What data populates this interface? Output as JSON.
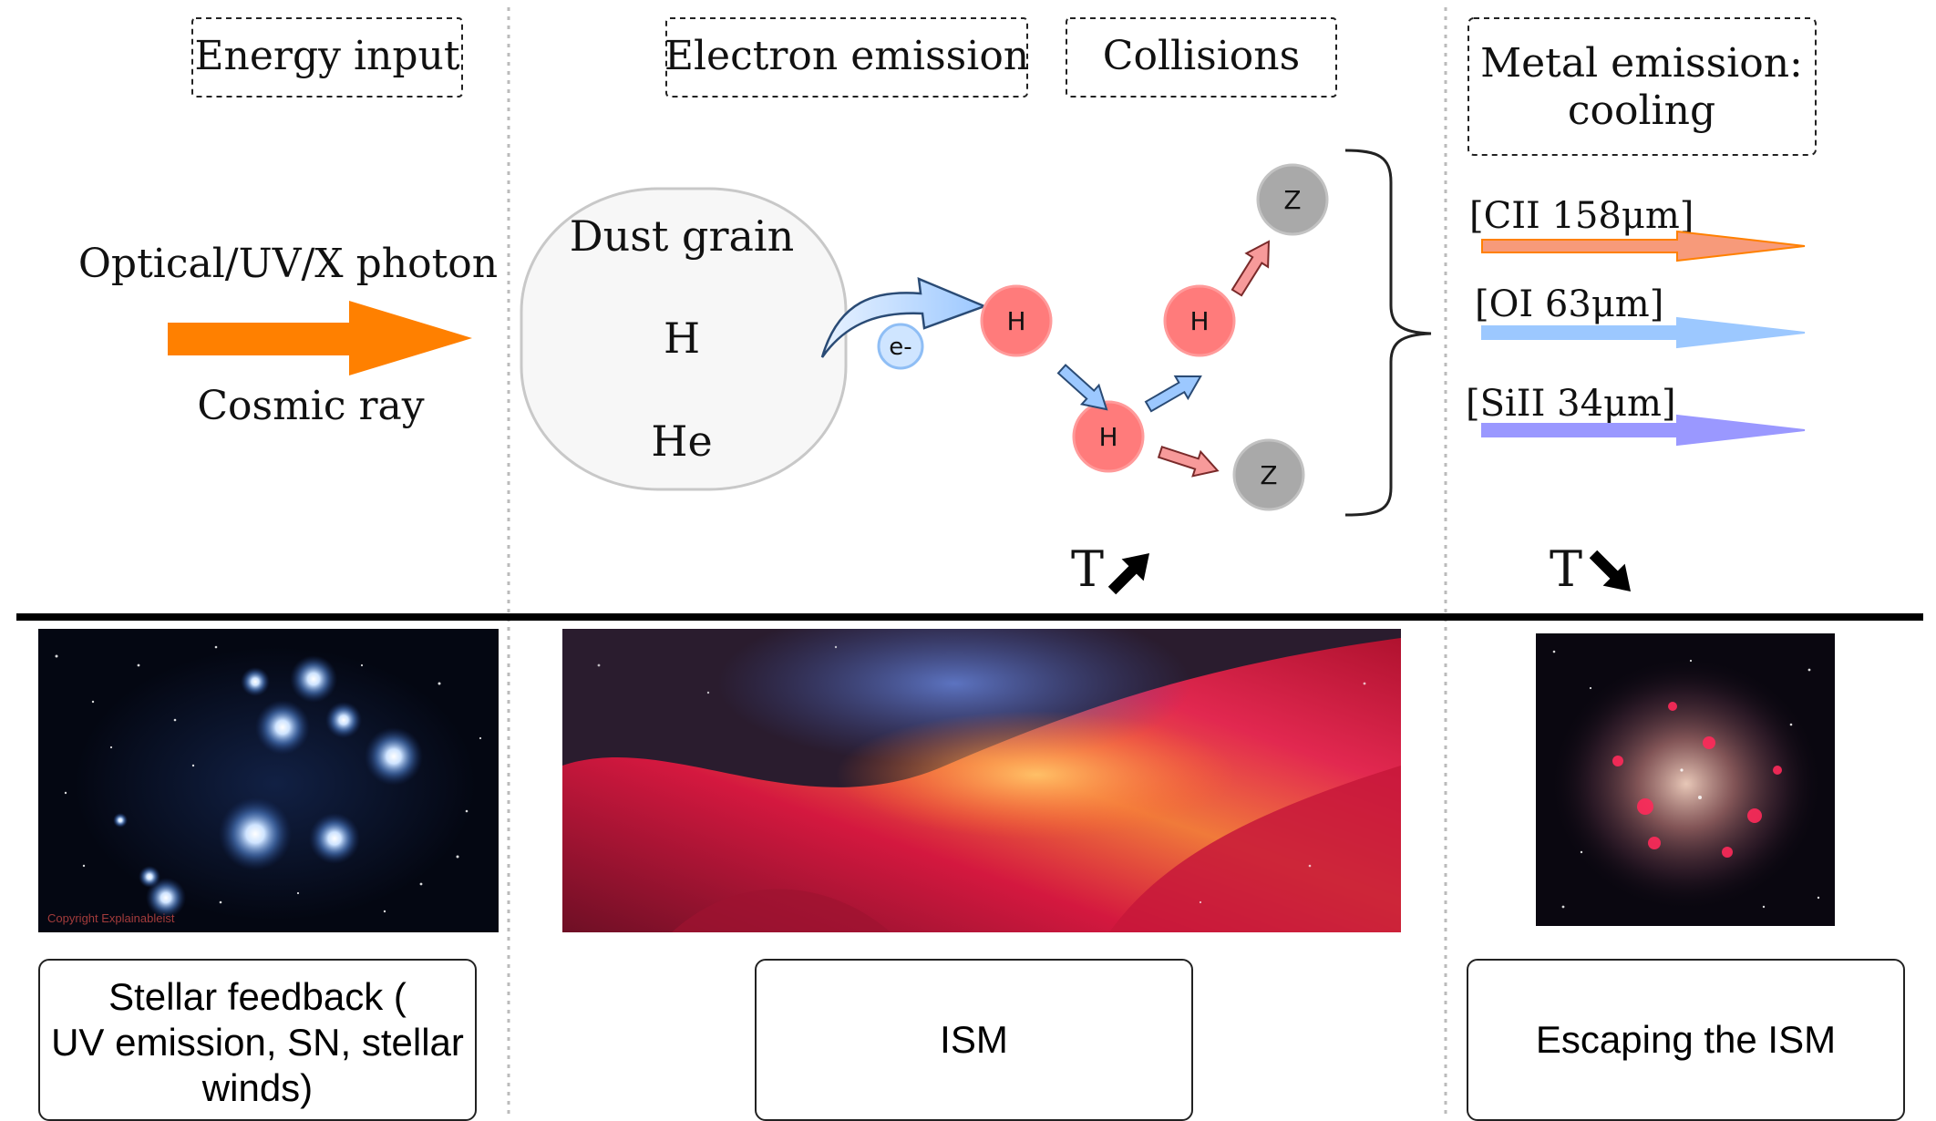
{
  "headers": {
    "energy_input": "Energy input",
    "electron_emission": "Electron emission",
    "collisions": "Collisions",
    "metal_emission_line1": "Metal emission:",
    "metal_emission_line2": "cooling"
  },
  "energy": {
    "photon": "Optical/UV/X photon",
    "cosmic_ray": "Cosmic ray"
  },
  "dust_grain": {
    "title": "Dust grain",
    "species": [
      "H",
      "He"
    ]
  },
  "particles": {
    "electron": "e-",
    "hydrogen": "H",
    "metal": "Z"
  },
  "temperature": {
    "up": "T",
    "down": "T"
  },
  "lines": [
    {
      "label": "[CII 158μm]",
      "color": "#f79a7a"
    },
    {
      "label": "[OI 63μm]",
      "color": "#9cc8ff"
    },
    {
      "label": "[SiII 34μm]",
      "color": "#9a98ff"
    }
  ],
  "photos": {
    "stars_caption": "Copyright Explainableist"
  },
  "bottom_boxes": {
    "stellar_line1": "Stellar feedback (",
    "stellar_line2": "UV emission, SN, stellar",
    "stellar_line3": "winds)",
    "ism": "ISM",
    "escaping": "Escaping the ISM"
  },
  "colors": {
    "arrow_orange": "#ff8000",
    "hydrogen_fill": "#ff7b7b",
    "metal_fill": "#a9a9a9",
    "electron_fill": "#cfe5ff"
  }
}
